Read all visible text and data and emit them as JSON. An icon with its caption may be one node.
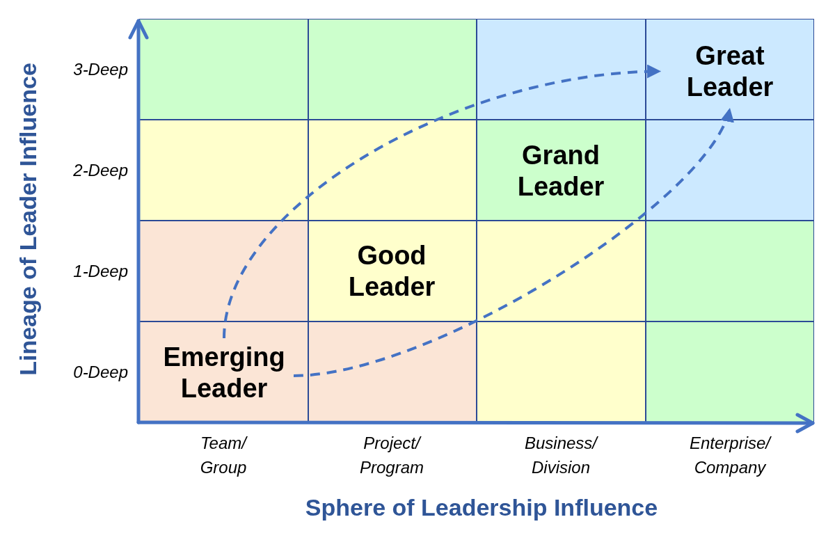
{
  "diagram": {
    "nodes": [
      {
        "text": [
          "Great Leader"
        ]
      },
      {
        "text": [
          "Grand Leader"
        ]
      },
      {
        "text": [
          "Good Leader"
        ]
      },
      {
        "text": [
          "Emerging Leader"
        ]
      }
    ],
    "edges": [
      {
        "from": 3,
        "to": 0,
        "arrow": "to",
        "style": "dashed"
      },
      {
        "from": 3,
        "to": 0,
        "arrow": "to",
        "style": "dashed"
      }
    ],
    "labels": [
      "Lineage of Leader Influence",
      "3-Deep",
      "2-Deep",
      "1-Deep",
      "0-Deep",
      "Team/ Group",
      "Project/ Program",
      "Business/ Division",
      "Enterprise/ Company",
      "Sphere of Leadership Influence"
    ]
  }
}
